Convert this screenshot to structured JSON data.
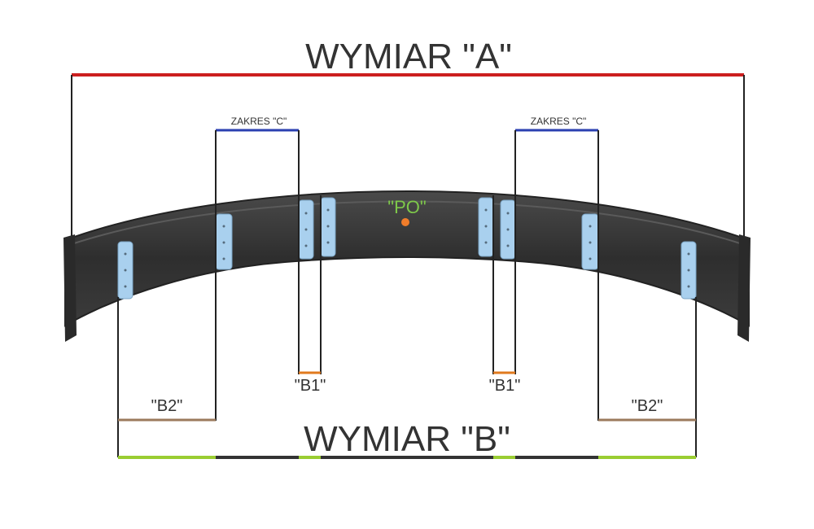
{
  "labels": {
    "wymiar_a": "WYMIAR \"A\"",
    "wymiar_b": "WYMIAR \"B\"",
    "zakres_c_left": "ZAKRES \"C\"",
    "zakres_c_right": "ZAKRES \"C\"",
    "b1_left": "\"B1\"",
    "b1_right": "\"B1\"",
    "b2_left": "\"B2\"",
    "b2_right": "\"B2\"",
    "po": "\"PO\""
  },
  "colors": {
    "dimension_a": "#cc1f1f",
    "range_c": "#2a3fb0",
    "b1": "#e07a1e",
    "b2": "#9b7a5c",
    "dimension_b_green": "#9acd32",
    "dimension_b_dark": "#333333",
    "po_point": "#f07d2a",
    "po_text": "#7ec84a",
    "spoiler_body": "#3a3a3a",
    "bracket": "#a9d0ee"
  }
}
